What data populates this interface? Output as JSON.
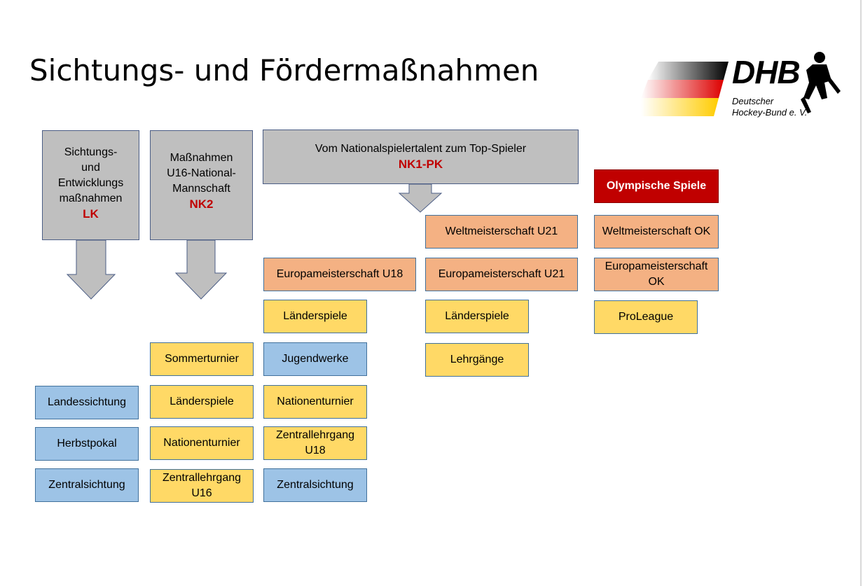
{
  "title": "Sichtungs- und Fördermaßnahmen",
  "logo": {
    "abbr": "DHB",
    "line1": "Deutscher",
    "line2": "Hockey-Bund e. V.",
    "colors": {
      "black": "#000000",
      "red": "#dd0000",
      "gold": "#ffcc00"
    }
  },
  "columns": {
    "lk": {
      "header_lines": [
        "Sichtungs-",
        "und",
        "Entwicklungs",
        "maßnahmen"
      ],
      "code": "LK",
      "items": [
        "Landessichtung",
        "Herbstpokal",
        "Zentralsichtung"
      ]
    },
    "nk2": {
      "header_lines": [
        "Maßnahmen",
        "U16-National-",
        "Mannschaft"
      ],
      "code": "NK2",
      "items": [
        "Sommerturnier",
        "Länderspiele",
        "Nationenturnier",
        "Zentrallehrgang U16"
      ]
    },
    "nk1pk": {
      "header": "Vom Nationalspielertalent zum Top-Spieler",
      "code": "NK1-PK",
      "col_a": [
        "Europameisterschaft U18",
        "Länderspiele",
        "Jugendwerke",
        "Nationenturnier",
        "Zentrallehrgang U18",
        "Zentralsichtung"
      ],
      "col_b": [
        "Weltmeisterschaft U21",
        "Europameisterschaft U21",
        "Länderspiele",
        "Lehrgänge"
      ]
    },
    "ok": {
      "items": [
        "Olympische Spiele",
        "Weltmeisterschaft OK",
        "Europameisterschaft OK",
        "ProLeague"
      ]
    }
  },
  "colors": {
    "grey": "#bfbfbf",
    "red": "#c00000",
    "orange": "#f4b183",
    "yellow": "#ffd966",
    "blue": "#9dc3e6",
    "border": "#41719c"
  }
}
